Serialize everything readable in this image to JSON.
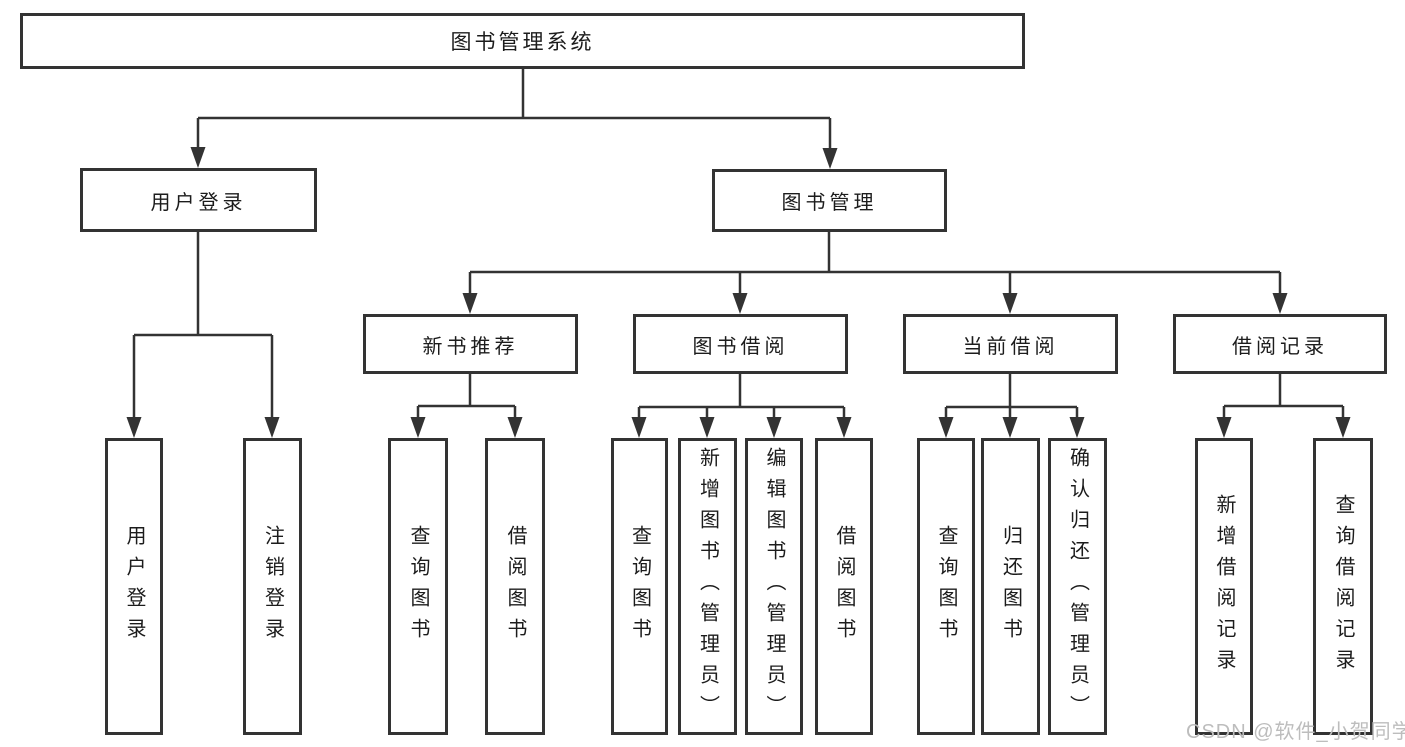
{
  "tree": {
    "root": "图书管理系统",
    "level2": {
      "user_login": "用户登录",
      "book_mgmt": "图书管理"
    },
    "level3": {
      "new_book": "新书推荐",
      "book_borrow": "图书借阅",
      "current_borrow": "当前借阅",
      "borrow_record": "借阅记录"
    },
    "leaves": {
      "user_login": [
        "用户登录",
        "注销登录"
      ],
      "new_book": [
        "查询图书",
        "借阅图书"
      ],
      "book_borrow": [
        "查询图书",
        "新增图书（管理员）",
        "编辑图书（管理员）",
        "借阅图书"
      ],
      "current_borrow": [
        "查询图书",
        "归还图书",
        "确认归还（管理员）"
      ],
      "borrow_record": [
        "新增借阅记录",
        "查询借阅记录"
      ]
    }
  },
  "watermark": "CSDN @软件_小贺同学",
  "colors": {
    "line": "#333333",
    "text": "#1c1c1c",
    "watermark": "#bdbdbd",
    "canvas-bg": "#ffffff"
  }
}
